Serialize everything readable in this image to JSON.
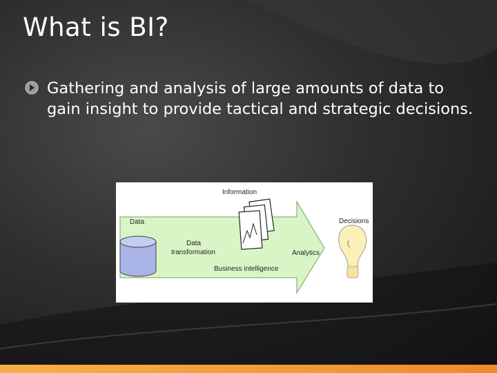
{
  "slide": {
    "title": "What is BI?",
    "bullet": "Gathering and analysis of large amounts of data to gain insight to provide tactical and strategic decisions."
  },
  "diagram": {
    "labels": {
      "information": "Information",
      "data": "Data",
      "decisions": "Decisions",
      "data_transformation_line1": "Data",
      "data_transformation_line2": "transformation",
      "analytics": "Analytics",
      "business_intelligence": "Business intelligence"
    },
    "icons": [
      "database-icon",
      "documents-icon",
      "lightbulb-icon",
      "arrow-icon"
    ]
  },
  "theme": {
    "title_color": "#ffffff",
    "accent": "#f08a2a",
    "arrow_fill": "#d9f5c6"
  }
}
